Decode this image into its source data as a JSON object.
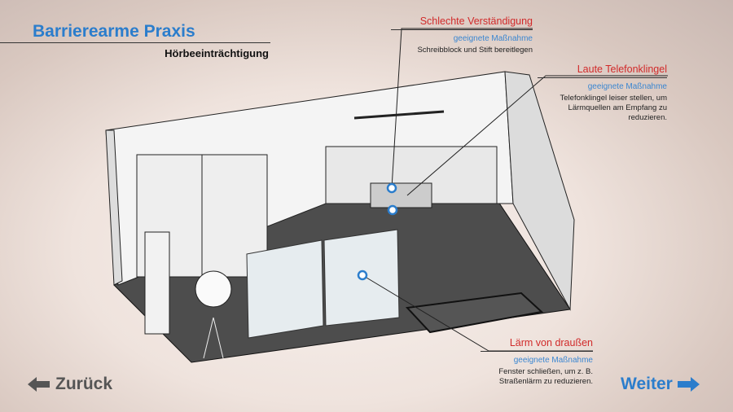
{
  "header": {
    "title": "Barrierearme Praxis",
    "subtitle": "Hörbeeinträchtigung"
  },
  "callouts": [
    {
      "title": "Schlechte Verständigung",
      "measure_label": "geeignete Maßnahme",
      "lines": [
        "Schreibblock und Stift bereitlegen"
      ]
    },
    {
      "title": "Laute Telefonklingel",
      "measure_label": "geeignete Maßnahme",
      "lines": [
        "Telefonklingel leiser stellen, um",
        "Lärmquellen am Empfang zu",
        "reduzieren."
      ]
    },
    {
      "title": "Lärm von draußen",
      "measure_label": "geeignete Maßnahme",
      "lines": [
        "Fenster schließen, um z. B.",
        "Straßenlärm zu reduzieren."
      ]
    }
  ],
  "nav": {
    "back_label": "Zurück",
    "next_label": "Weiter"
  },
  "colors": {
    "accent": "#2b7dcc",
    "alert": "#d12a2a",
    "floor": "#4a4a4a"
  }
}
